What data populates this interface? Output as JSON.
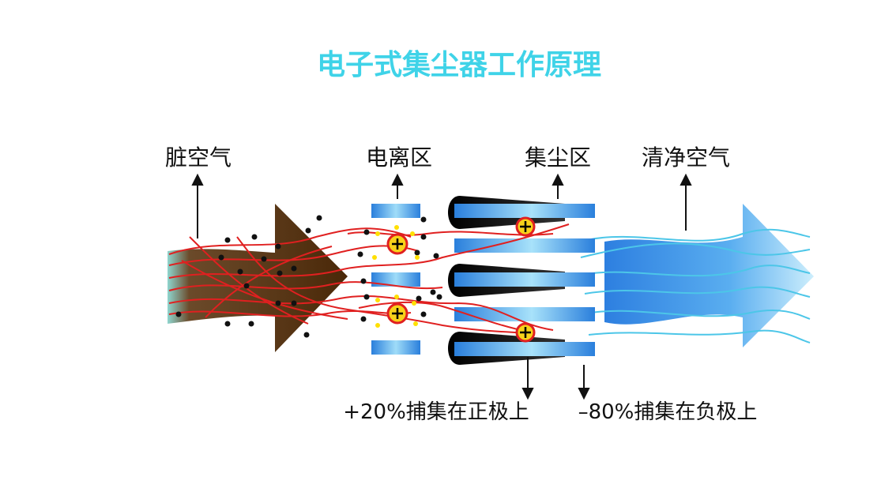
{
  "title": "电子式集尘器工作原理",
  "labels": {
    "dirty_air": "脏空气",
    "ionization_zone": "电离区",
    "collection_zone": "集尘区",
    "clean_air": "清净空气",
    "positive_capture": "+20%捕集在正极上",
    "negative_capture": "–80%捕集在负极上"
  },
  "colors": {
    "title": "#3fd3e8",
    "dirty_arrow": "#5a3414",
    "clean_arrow": "#3a8ee8",
    "fiber_dirty": "#e02020",
    "fiber_clean": "#4cc6e8",
    "plate": "#3a8ee8",
    "ion_fill": "#f7d21a",
    "ion_ring": "#e02020",
    "particle": "#111111",
    "spark": "#ffe000"
  },
  "icons": {
    "ion": "plus-sign-circle-icon",
    "pointer": "up-arrow-icon"
  }
}
